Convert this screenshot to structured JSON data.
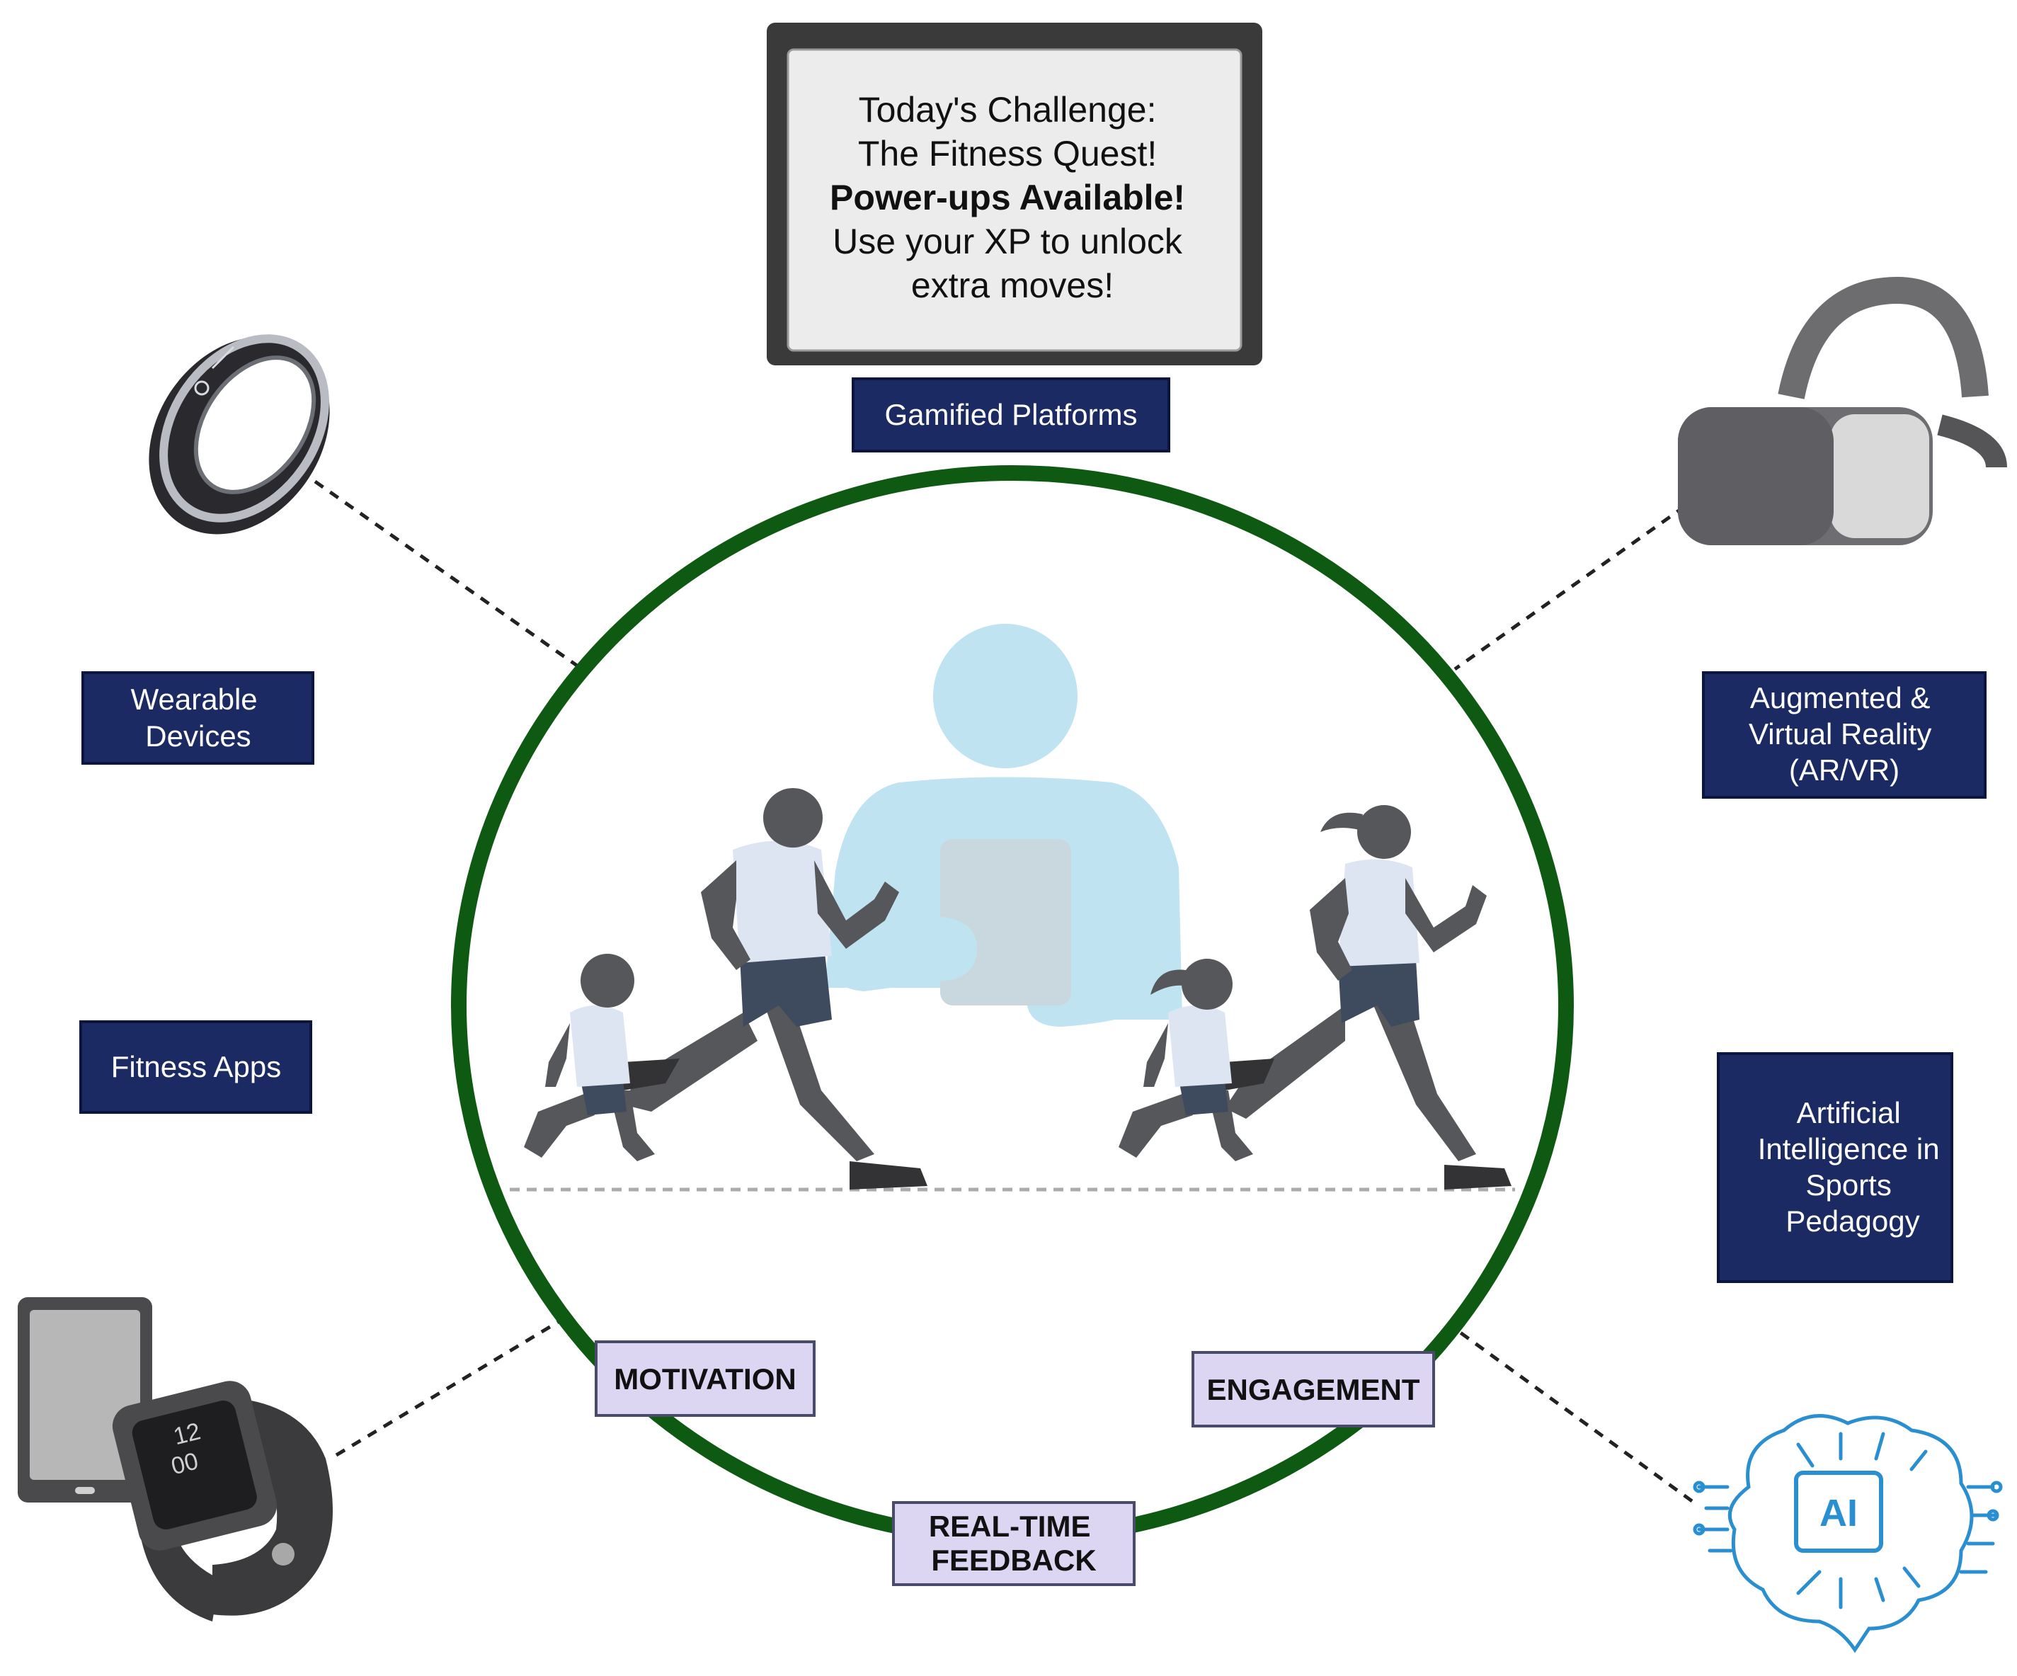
{
  "screen": {
    "lines": [
      "Today's Challenge:",
      "The Fitness Quest!",
      "Power-ups Available!",
      "Use your XP to unlock",
      "extra moves!"
    ]
  },
  "tech_labels": {
    "gamified": "Gamified Platforms",
    "wearable": [
      "Wearable",
      "Devices"
    ],
    "fitness_apps": "Fitness Apps",
    "arvr": [
      "Augmented &",
      "Virtual Reality",
      "(AR/VR)"
    ],
    "ai": [
      "Artificial",
      "Intelligence in",
      "Sports",
      "Pedagogy"
    ]
  },
  "outcomes": {
    "motivation": "MOTIVATION",
    "engagement": "ENGAGEMENT",
    "feedback": [
      "REAL-TIME",
      "FEEDBACK"
    ]
  },
  "icons": {
    "ai_chip": "AI",
    "watch_time": [
      "12",
      "00"
    ]
  },
  "colors": {
    "label_fill": "#1b2a63",
    "outcome_fill": "#dcd6f2",
    "outcome_border": "#4a4a6a",
    "circle": "#0e5a12",
    "teacher": "#bfe3f1",
    "runner_dark": "#56575a",
    "shirt": "#dde5f2",
    "shorts": "#3e4a5e",
    "ai_blue": "#2a8fd0"
  }
}
